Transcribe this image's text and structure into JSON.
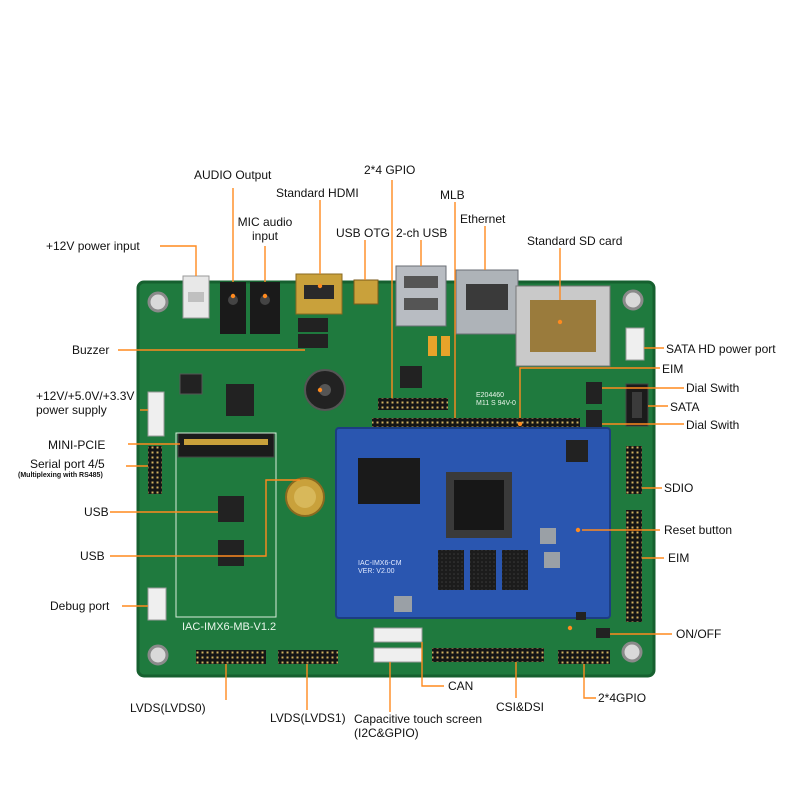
{
  "diagram": {
    "board": {
      "silkscreen_model": "IAC-IMX6-MB-V1.2",
      "silkscreen_cert": "E204460",
      "silkscreen_cert_sub": "M11 S 94V-0"
    },
    "module": {
      "silkscreen_model": "IAC-IMX6-CM",
      "silkscreen_version": "VER: V2.00"
    },
    "callouts": [
      {
        "id": "power-input",
        "label": "+12V power input"
      },
      {
        "id": "audio-output",
        "label": "AUDIO Output"
      },
      {
        "id": "mic-audio",
        "label": "MIC audio\ninput"
      },
      {
        "id": "hdmi",
        "label": "Standard HDMI"
      },
      {
        "id": "usb-otg",
        "label": "USB OTG"
      },
      {
        "id": "gpio-top",
        "label": "2*4 GPIO"
      },
      {
        "id": "usb-2ch",
        "label": "2-ch USB"
      },
      {
        "id": "mlb",
        "label": "MLB"
      },
      {
        "id": "ethernet",
        "label": "Ethernet"
      },
      {
        "id": "sd-card",
        "label": "Standard SD card"
      },
      {
        "id": "sata-power",
        "label": "SATA HD power port"
      },
      {
        "id": "eim-top",
        "label": "EIM"
      },
      {
        "id": "dial-switch-1",
        "label": "Dial Swith"
      },
      {
        "id": "sata",
        "label": "SATA"
      },
      {
        "id": "dial-switch-2",
        "label": "Dial Swith"
      },
      {
        "id": "buzzer",
        "label": "Buzzer"
      },
      {
        "id": "power-supply",
        "label": "+12V/+5.0V/+3.3V\npower supply"
      },
      {
        "id": "mini-pcie",
        "label": "MINI-PCIE"
      },
      {
        "id": "serial-port",
        "label": "Serial port 4/5"
      },
      {
        "id": "serial-note",
        "label": "(Multiplexing with RS485)"
      },
      {
        "id": "usb-1",
        "label": "USB"
      },
      {
        "id": "usb-2",
        "label": "USB"
      },
      {
        "id": "debug-port",
        "label": "Debug port"
      },
      {
        "id": "sdio",
        "label": "SDIO"
      },
      {
        "id": "reset-button",
        "label": "Reset button"
      },
      {
        "id": "eim-right",
        "label": "EIM"
      },
      {
        "id": "on-off",
        "label": "ON/OFF"
      },
      {
        "id": "can",
        "label": "CAN"
      },
      {
        "id": "csi-dsi",
        "label": "CSI&DSI"
      },
      {
        "id": "gpio-bottom",
        "label": "2*4GPIO"
      },
      {
        "id": "lvds0",
        "label": "LVDS(LVDS0)"
      },
      {
        "id": "lvds1",
        "label": "LVDS(LVDS1)"
      },
      {
        "id": "touch-screen",
        "label": "Capacitive touch screen\n(I2C&GPIO)"
      }
    ],
    "colors": {
      "pcb": "#1f7a3e",
      "pcb_edge": "#16602f",
      "module": "#2a56b0",
      "leader": "#ff8a1f",
      "chip": "#1b1b1b",
      "metal": "#b8bcc2",
      "gold": "#c9a13b"
    }
  }
}
